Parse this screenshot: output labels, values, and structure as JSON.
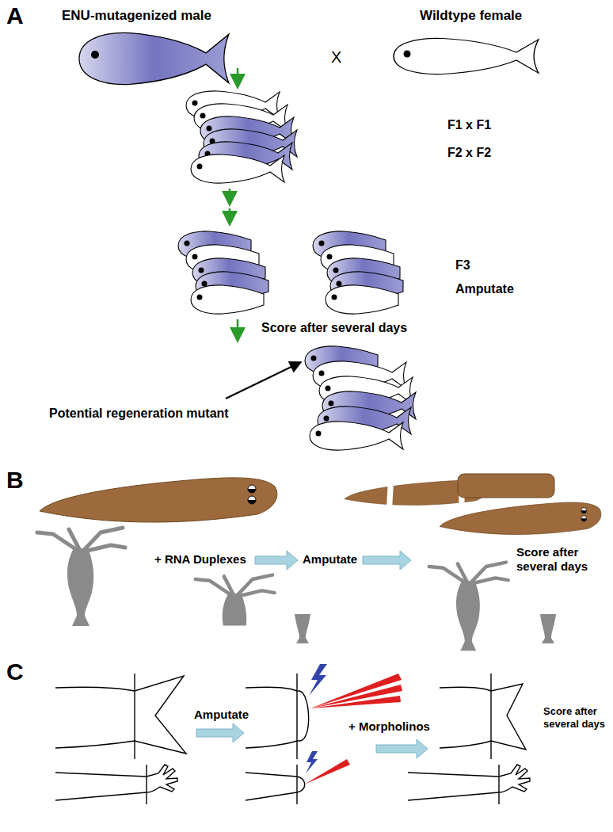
{
  "diagram": {
    "labels": [
      "A",
      "ENU-mutagenized male",
      "Wildtype female",
      "X",
      "F1 x F1",
      "F2 x F2",
      "F3",
      "Amputate",
      "Score after several days",
      "Potential regeneration mutant",
      "B",
      "+ RNA Duplexes",
      "Amputate",
      "Score after several days",
      "C",
      "Amputate",
      "+ Morpholinos",
      "Score after several days"
    ]
  }
}
